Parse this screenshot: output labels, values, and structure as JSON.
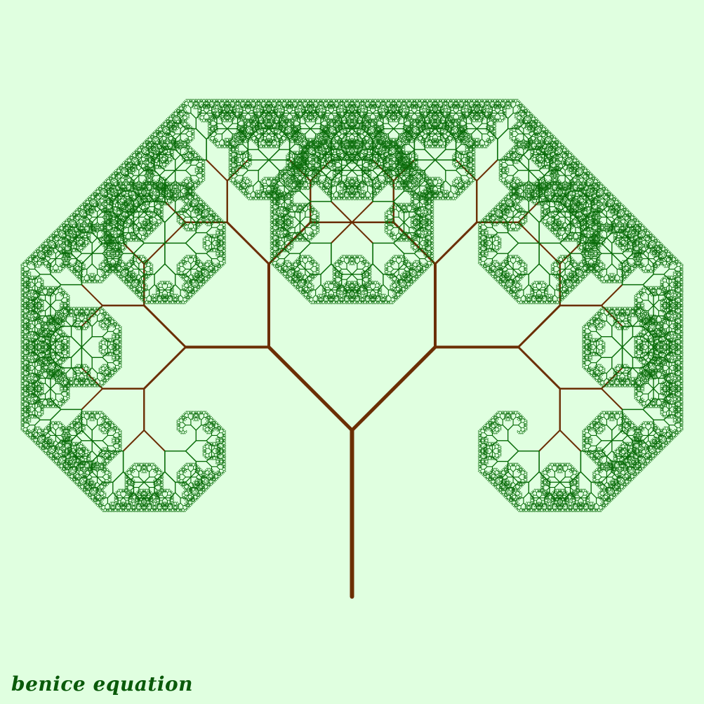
{
  "caption": "benice equation",
  "colors": {
    "background": "#e0ffe0",
    "trunk": "#6b2e04",
    "foliage": "#086b08",
    "caption": "#0a5a0a"
  },
  "fractal": {
    "type": "binary-tree",
    "branch_angle_deg": 45,
    "length_ratio": 0.7071,
    "depth": 16,
    "brown_levels": 6
  }
}
